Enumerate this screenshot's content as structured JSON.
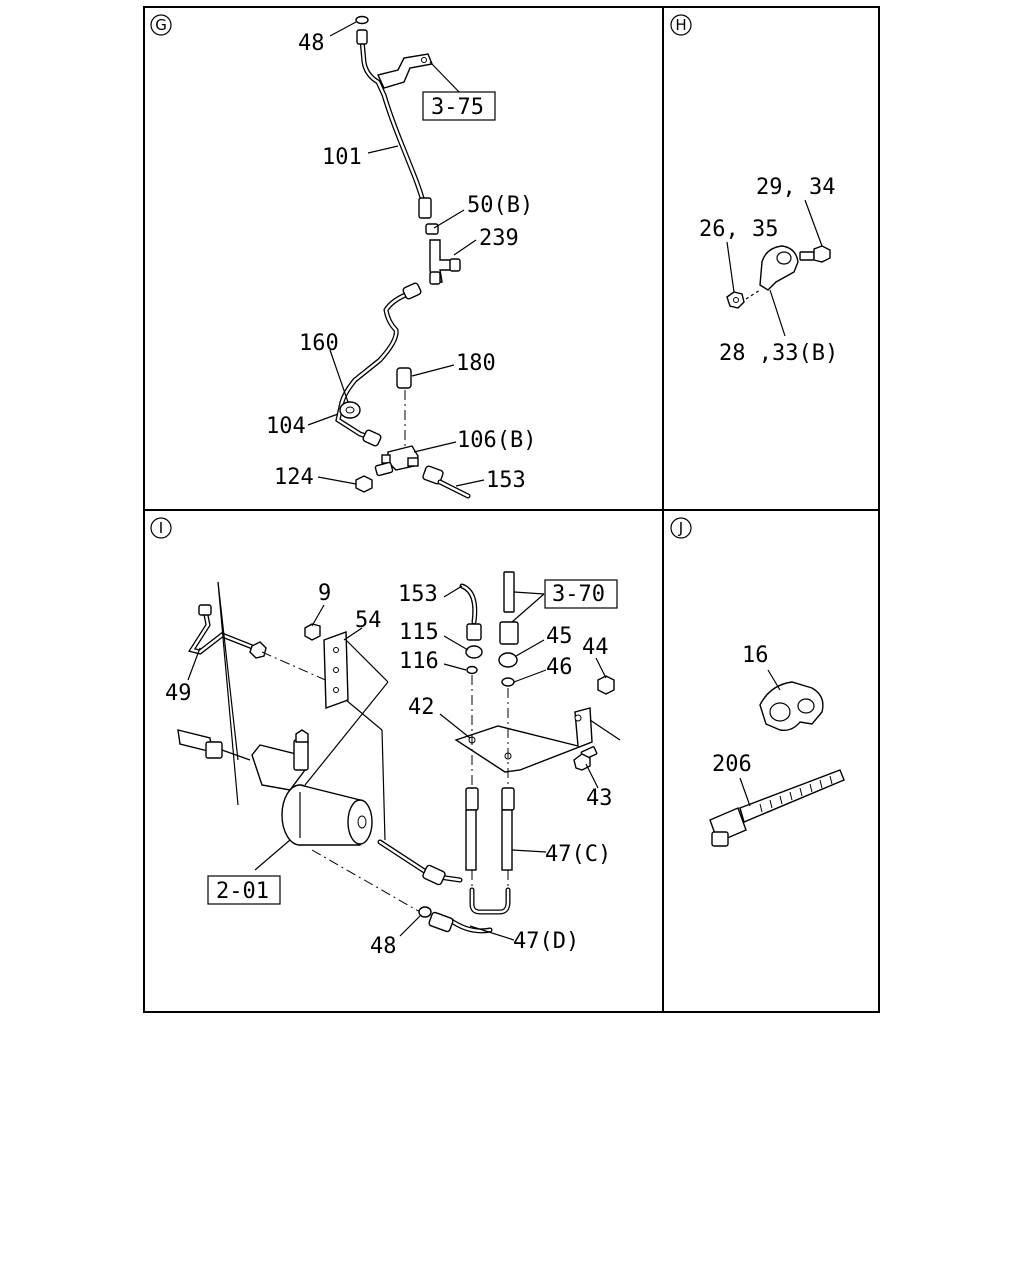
{
  "sections": {
    "g": {
      "letter": "G"
    },
    "h": {
      "letter": "H"
    },
    "i": {
      "letter": "I"
    },
    "j": {
      "letter": "J"
    }
  },
  "labels": {
    "g_48": "48",
    "g_3_75": "3-75",
    "g_101": "101",
    "g_50b": "50(B)",
    "g_239": "239",
    "g_160": "160",
    "g_180": "180",
    "g_104": "104",
    "g_106b": "106(B)",
    "g_124": "124",
    "g_153": "153",
    "h_29_34": "29, 34",
    "h_26_35": "26, 35",
    "h_28_33b": "28 ,33(B)",
    "i_9": "9",
    "i_54": "54",
    "i_153": "153",
    "i_3_70": "3-70",
    "i_115": "115",
    "i_45": "45",
    "i_44": "44",
    "i_116": "116",
    "i_46": "46",
    "i_49": "49",
    "i_42": "42",
    "i_43": "43",
    "i_47c": "47(C)",
    "i_2_01": "2-01",
    "i_47d": "47(D)",
    "i_48": "48",
    "j_16": "16",
    "j_206": "206"
  }
}
